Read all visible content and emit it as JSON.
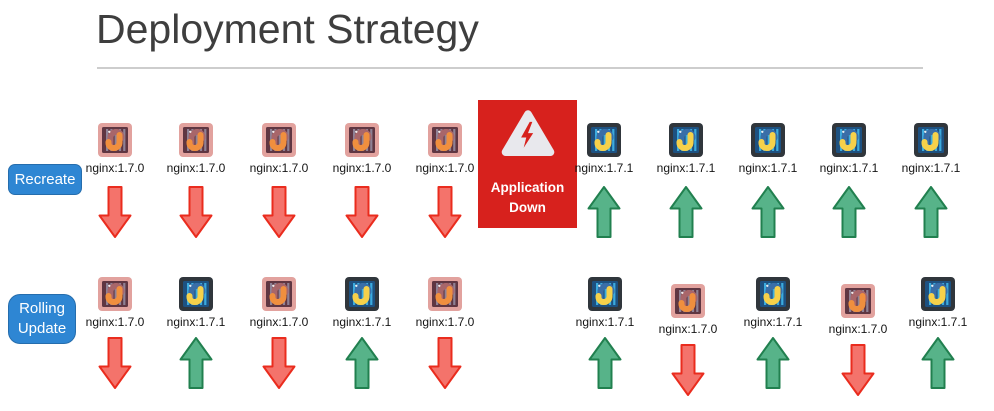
{
  "title": "Deployment Strategy",
  "colors": {
    "accent_blue": "#2e86d3",
    "alert_red": "#d7211d",
    "arrow_down": {
      "fill": "#f4736b",
      "stroke": "#ea2c1e"
    },
    "arrow_up": {
      "fill": "#57b389",
      "stroke": "#21804f"
    },
    "container_old": {
      "frame": "#e2a29e",
      "panel": "#5f3642",
      "bars": "#94889c",
      "snake_top": "#a8666a",
      "snake_bottom": "#f08f3e"
    },
    "container_new": {
      "frame": "#30363c",
      "panel": "#1d5181",
      "bars": "#3fb3e6",
      "snake_top": "#3a6ea8",
      "snake_bottom": "#f6d14a"
    }
  },
  "rows": [
    {
      "id": "recreate",
      "label": "Recreate",
      "items": [
        {
          "type": "container",
          "version": "nginx:1.7.0",
          "variant": "old",
          "arrow": "down"
        },
        {
          "type": "container",
          "version": "nginx:1.7.0",
          "variant": "old",
          "arrow": "down"
        },
        {
          "type": "container",
          "version": "nginx:1.7.0",
          "variant": "old",
          "arrow": "down"
        },
        {
          "type": "container",
          "version": "nginx:1.7.0",
          "variant": "old",
          "arrow": "down"
        },
        {
          "type": "container",
          "version": "nginx:1.7.0",
          "variant": "old",
          "arrow": "down"
        },
        {
          "type": "event",
          "label": "Application Down"
        },
        {
          "type": "container",
          "version": "nginx:1.7.1",
          "variant": "new",
          "arrow": "up"
        },
        {
          "type": "container",
          "version": "nginx:1.7.1",
          "variant": "new",
          "arrow": "up"
        },
        {
          "type": "container",
          "version": "nginx:1.7.1",
          "variant": "new",
          "arrow": "up"
        },
        {
          "type": "container",
          "version": "nginx:1.7.1",
          "variant": "new",
          "arrow": "up"
        },
        {
          "type": "container",
          "version": "nginx:1.7.1",
          "variant": "new",
          "arrow": "up"
        }
      ]
    },
    {
      "id": "rolling-update",
      "label": "Rolling Update",
      "items": [
        {
          "type": "container",
          "version": "nginx:1.7.0",
          "variant": "old",
          "arrow": "down"
        },
        {
          "type": "container",
          "version": "nginx:1.7.1",
          "variant": "new",
          "arrow": "up"
        },
        {
          "type": "container",
          "version": "nginx:1.7.0",
          "variant": "old",
          "arrow": "down"
        },
        {
          "type": "container",
          "version": "nginx:1.7.1",
          "variant": "new",
          "arrow": "up"
        },
        {
          "type": "container",
          "version": "nginx:1.7.0",
          "variant": "old",
          "arrow": "down"
        },
        {
          "type": "gap"
        },
        {
          "type": "container",
          "version": "nginx:1.7.1",
          "variant": "new",
          "arrow": "up"
        },
        {
          "type": "container",
          "version": "nginx:1.7.0",
          "variant": "old",
          "arrow": "down"
        },
        {
          "type": "container",
          "version": "nginx:1.7.1",
          "variant": "new",
          "arrow": "up"
        },
        {
          "type": "container",
          "version": "nginx:1.7.0",
          "variant": "old",
          "arrow": "down"
        },
        {
          "type": "container",
          "version": "nginx:1.7.1",
          "variant": "new",
          "arrow": "up"
        }
      ]
    }
  ]
}
